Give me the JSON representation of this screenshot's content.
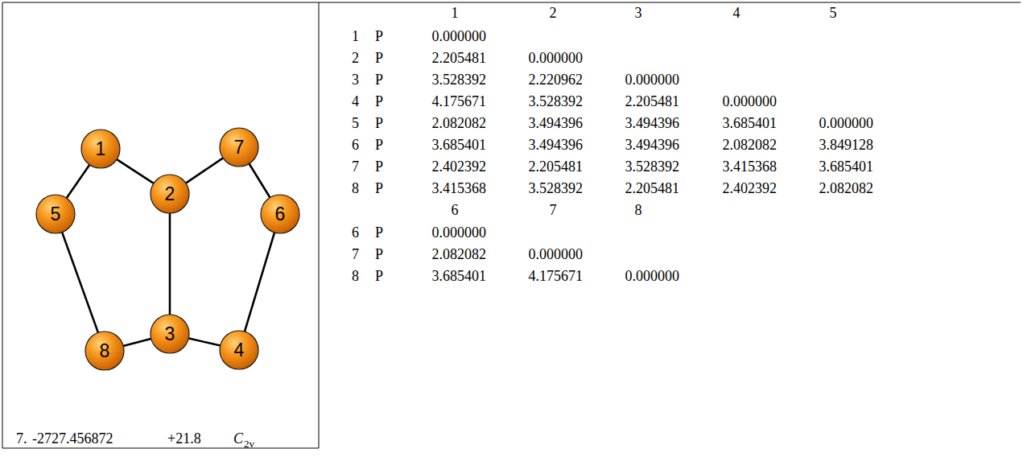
{
  "diagram": {
    "nodes": [
      {
        "text": [
          "1"
        ]
      },
      {
        "text": [
          "2"
        ]
      },
      {
        "text": [
          "7"
        ]
      },
      {
        "text": [
          "5"
        ]
      },
      {
        "text": [
          "6"
        ]
      },
      {
        "text": [
          "8"
        ]
      },
      {
        "text": [
          "3"
        ]
      },
      {
        "text": [
          "4"
        ]
      }
    ],
    "edges": [
      {
        "from": 0,
        "to": 1,
        "arrow": "none"
      },
      {
        "from": 0,
        "to": 3,
        "arrow": "none"
      },
      {
        "from": 1,
        "to": 2,
        "arrow": "none"
      },
      {
        "from": 1,
        "to": 6,
        "arrow": "none"
      },
      {
        "from": 2,
        "to": 4,
        "arrow": "none"
      },
      {
        "from": 3,
        "to": 5,
        "arrow": "none"
      },
      {
        "from": 5,
        "to": 6,
        "arrow": "none"
      },
      {
        "from": 6,
        "to": 7,
        "arrow": "none"
      },
      {
        "from": 7,
        "to": 4,
        "arrow": "none"
      }
    ],
    "labels": [
      "1",
      "2",
      "3",
      "4",
      "5",
      "1",
      "P",
      "0.000000",
      "2",
      "P",
      "2.205481",
      "0.000000",
      "3",
      "P",
      "3.528392",
      "2.220962",
      "0.000000",
      "4",
      "P",
      "4.175671",
      "3.528392",
      "2.205481",
      "0.000000",
      "5",
      "P",
      "2.082082",
      "3.494396",
      "3.494396",
      "3.685401",
      "0.000000",
      "6",
      "P",
      "3.685401",
      "3.494396",
      "3.494396",
      "2.082082",
      "3.849128",
      "7",
      "P",
      "2.402392",
      "2.205481",
      "3.528392",
      "3.415368",
      "3.685401",
      "8",
      "P",
      "3.415368",
      "3.528392",
      "2.205481",
      "2.402392",
      "2.082082",
      "6",
      "7",
      "8",
      "6",
      "P",
      "0.000000",
      "7",
      "P",
      "2.082082",
      "0.000000",
      "8",
      "P",
      "3.685401",
      "4.175671",
      "0.000000",
      "7.",
      "-2727.456872",
      "+21.8",
      "C",
      "2v"
    ]
  }
}
